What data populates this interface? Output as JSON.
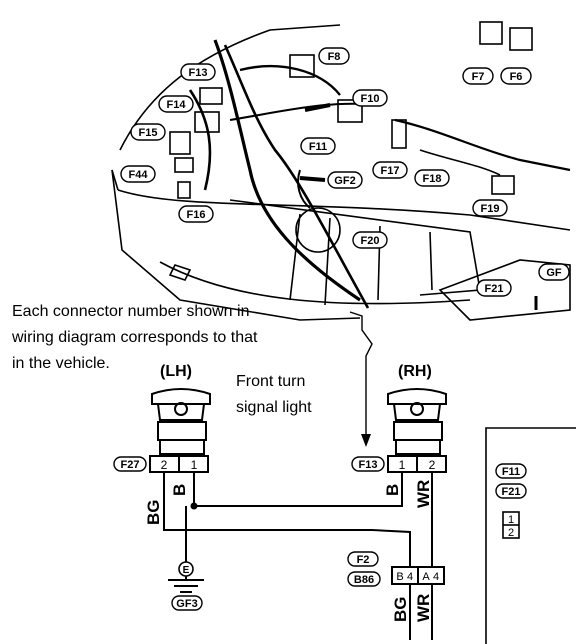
{
  "engine_bay": {
    "connectors": [
      "F13",
      "F8",
      "F14",
      "F10",
      "F15",
      "F11",
      "GF2",
      "F17",
      "F18",
      "F44",
      "F16",
      "F19",
      "F20",
      "GF",
      "F21",
      "F7",
      "F6"
    ]
  },
  "note": {
    "line1": "Each connector number shown in",
    "line2": "wiring diagram corresponds to that",
    "line3": "in the vehicle."
  },
  "lamps": {
    "left": {
      "side": "(LH)",
      "connector": "F27",
      "pins": [
        "2",
        "1"
      ],
      "wires": [
        "BG",
        "B"
      ]
    },
    "right": {
      "side": "(RH)",
      "connector": "F13",
      "pins": [
        "1",
        "2"
      ],
      "wires": [
        "B",
        "WR"
      ]
    },
    "caption_line1": "Front turn",
    "caption_line2": "signal light"
  },
  "ground": {
    "terminal": "E",
    "point": "GF3"
  },
  "junction": {
    "connectors": [
      "F2",
      "B86"
    ],
    "pins": [
      "B",
      "4",
      "A",
      "4"
    ],
    "wires": [
      "BG",
      "WR"
    ]
  },
  "side_panel": {
    "connectors": [
      "F11",
      "F21"
    ],
    "pins": [
      "1",
      "2"
    ]
  }
}
